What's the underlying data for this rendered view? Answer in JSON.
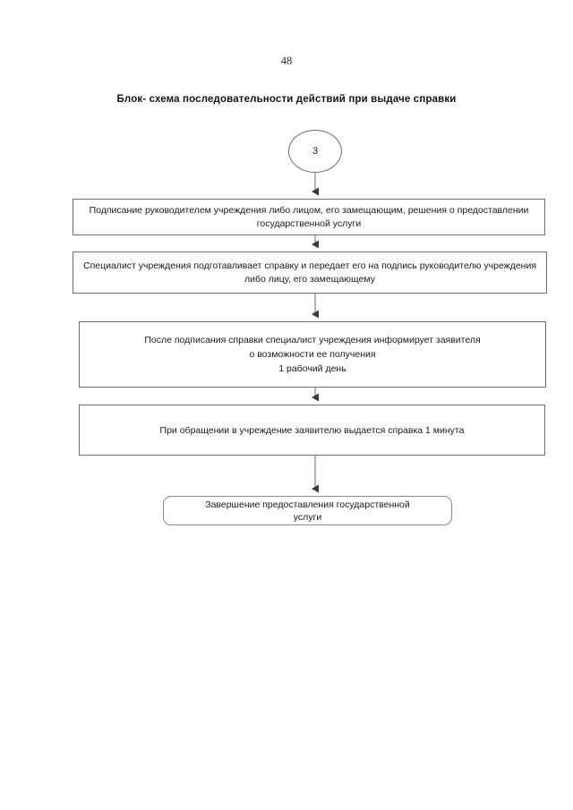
{
  "page": {
    "number": "48",
    "title": "Блок- схема последовательности действий при выдаче справки"
  },
  "chart_data": {
    "type": "diagram",
    "diagram_kind": "flowchart",
    "orientation": "vertical",
    "title": "Блок- схема последовательности действий при выдаче справки",
    "nodes": [
      {
        "id": "connector-3",
        "shape": "circle",
        "label": "3"
      },
      {
        "id": "step-1",
        "shape": "rectangle",
        "label": "Подписание руководителем учреждения либо лицом, его замещающим, решения о предоставлении государственной услуги"
      },
      {
        "id": "step-2",
        "shape": "rectangle",
        "label": "Специалист учреждения подготавливает справку и передает его на подпись руководителю учреждения либо лицу, его замещающему"
      },
      {
        "id": "step-3",
        "shape": "rectangle",
        "label": "После подписания справки специалист учреждения информирует заявителя\nо возможности ее получения\n1 рабочий день"
      },
      {
        "id": "step-4",
        "shape": "rectangle",
        "label": "При обращении в учреждение заявителю выдается справка 1 минута"
      },
      {
        "id": "end",
        "shape": "rounded-rectangle",
        "label": "Завершение предоставления государственной\nуслуги"
      }
    ],
    "edges": [
      {
        "from": "connector-3",
        "to": "step-1",
        "style": "solid-arrow"
      },
      {
        "from": "step-1",
        "to": "step-2",
        "style": "solid-arrow"
      },
      {
        "from": "step-2",
        "to": "step-3",
        "style": "solid-arrow"
      },
      {
        "from": "step-3",
        "to": "step-4",
        "style": "solid-arrow"
      },
      {
        "from": "step-4",
        "to": "end",
        "style": "solid-arrow"
      }
    ],
    "colors": {
      "background": "#ffffff",
      "node_border": "#6f6f6f",
      "node_fill": "#ffffff",
      "text": "#1a1a1a",
      "connector": "#555555"
    }
  }
}
